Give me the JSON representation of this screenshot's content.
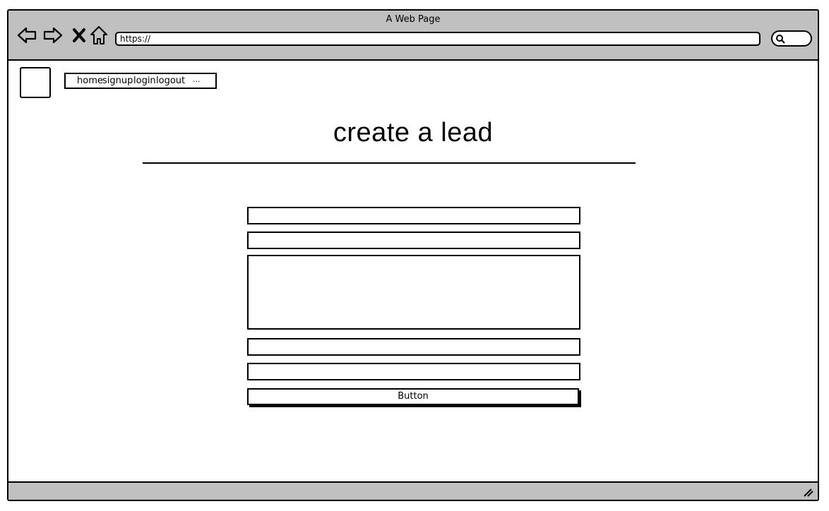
{
  "window": {
    "title": "A Web Page"
  },
  "toolbar": {
    "back_icon": "back-arrow-icon",
    "forward_icon": "forward-arrow-icon",
    "close_icon": "close-icon",
    "home_icon": "home-icon",
    "address": "https://",
    "search_icon": "search-icon"
  },
  "nav": {
    "items": [
      {
        "label": "home"
      },
      {
        "label": "signup"
      },
      {
        "label": "login"
      },
      {
        "label": "logout"
      },
      {
        "label": "..."
      }
    ]
  },
  "page": {
    "heading": "create a lead"
  },
  "form": {
    "submit_label": "Button"
  }
}
